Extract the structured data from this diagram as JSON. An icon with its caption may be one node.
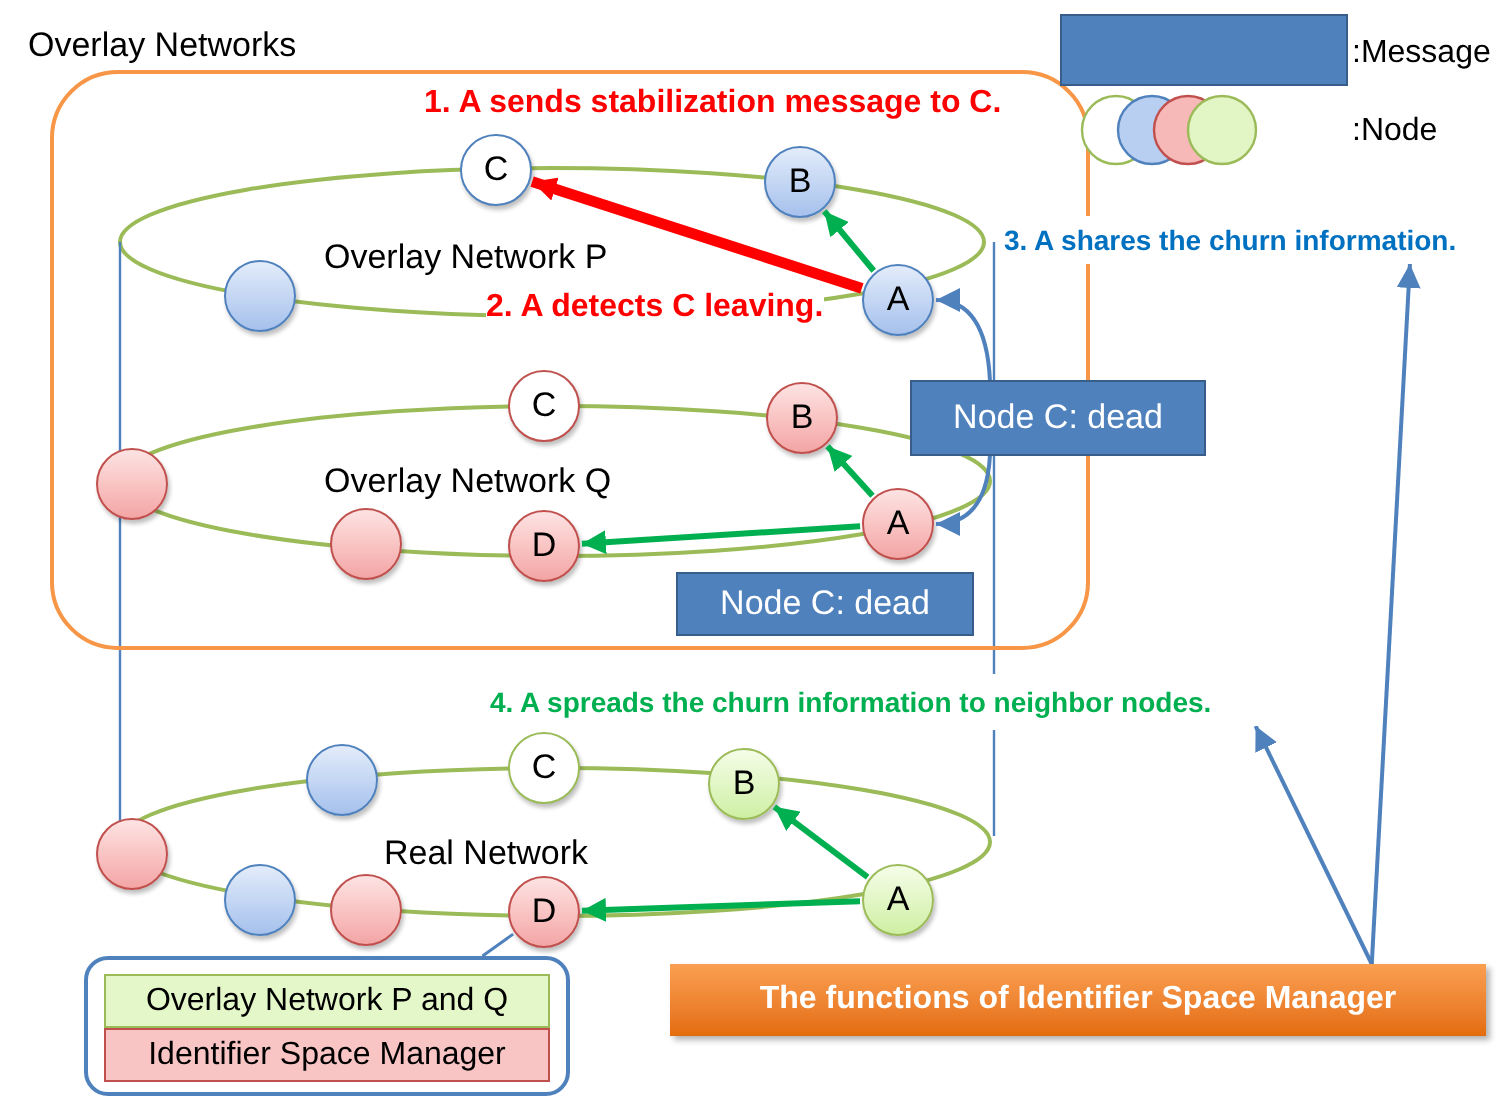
{
  "diagram": {
    "nodes": [
      {
        "text": [
          "Overlay Networks"
        ]
      },
      {
        "text": [
          "C"
        ],
        "in": 0
      },
      {
        "text": [
          "B"
        ],
        "in": 0
      },
      {
        "text": [],
        "shape": "circle",
        "in": 0
      },
      {
        "text": [
          "A"
        ],
        "in": 0
      },
      {
        "text": [
          "Node C: dead"
        ]
      },
      {
        "text": [
          "C"
        ],
        "in": 0
      },
      {
        "text": [
          "B"
        ],
        "in": 0
      },
      {
        "text": [],
        "shape": "circle",
        "in": 0
      },
      {
        "text": [],
        "shape": "circle",
        "in": 0
      },
      {
        "text": [
          "D"
        ],
        "in": 0
      },
      {
        "text": [
          "A"
        ],
        "in": 0
      },
      {
        "text": [
          "Node C: dead"
        ],
        "in": 0
      },
      {
        "text": [
          "3. A shares the churn information."
        ]
      },
      {
        "text": [
          "4. A spreads the churn information to neighbor nodes."
        ]
      },
      {
        "text": [],
        "shape": "circle"
      },
      {
        "text": [
          "C"
        ]
      },
      {
        "text": [
          "B"
        ]
      },
      {
        "text": [],
        "shape": "circle"
      },
      {
        "text": [],
        "shape": "circle"
      },
      {
        "text": [],
        "shape": "circle"
      },
      {
        "text": [
          "D"
        ]
      },
      {
        "text": [
          "A"
        ]
      },
      {
        "text": [],
        "shape": "box"
      },
      {
        "text": [
          "Overlay Network P and Q"
        ],
        "in": 23
      },
      {
        "text": [
          "Identifier Space Manager"
        ],
        "in": 23
      },
      {
        "text": [
          "The functions of Identifier Space Manager"
        ]
      }
    ],
    "edges": [
      {
        "from": 4,
        "to": 1,
        "arrow": "to",
        "style": "thick",
        "color": "#ff0000"
      },
      {
        "from": 4,
        "to": 2,
        "arrow": "to"
      },
      {
        "from": 11,
        "to": 7,
        "arrow": "to"
      },
      {
        "from": 11,
        "to": 10,
        "arrow": "to"
      },
      {
        "from": 5,
        "to": 4,
        "arrow": "to",
        "color": "#4f81bd"
      },
      {
        "from": 5,
        "to": 11,
        "arrow": "to",
        "color": "#4f81bd"
      },
      {
        "from": 22,
        "to": 17,
        "arrow": "to"
      },
      {
        "from": 22,
        "to": 21,
        "arrow": "to"
      },
      {
        "from": 26,
        "to": 13,
        "arrow": "to",
        "color": "#4f81bd"
      },
      {
        "from": 26,
        "to": 14,
        "arrow": "to",
        "color": "#4f81bd"
      },
      {
        "from": 23,
        "to": 21,
        "arrow": "none",
        "color": "#4f81bd"
      }
    ],
    "labels": [
      "1. A sends stabilization message to C.",
      "Overlay Network P",
      "2. A detects C leaving.",
      "Overlay Network Q",
      "Real Network"
    ],
    "legend": [
      {
        "text": ":Message",
        "color": "#4f81bd"
      },
      {
        "text": ":Node"
      }
    ]
  }
}
